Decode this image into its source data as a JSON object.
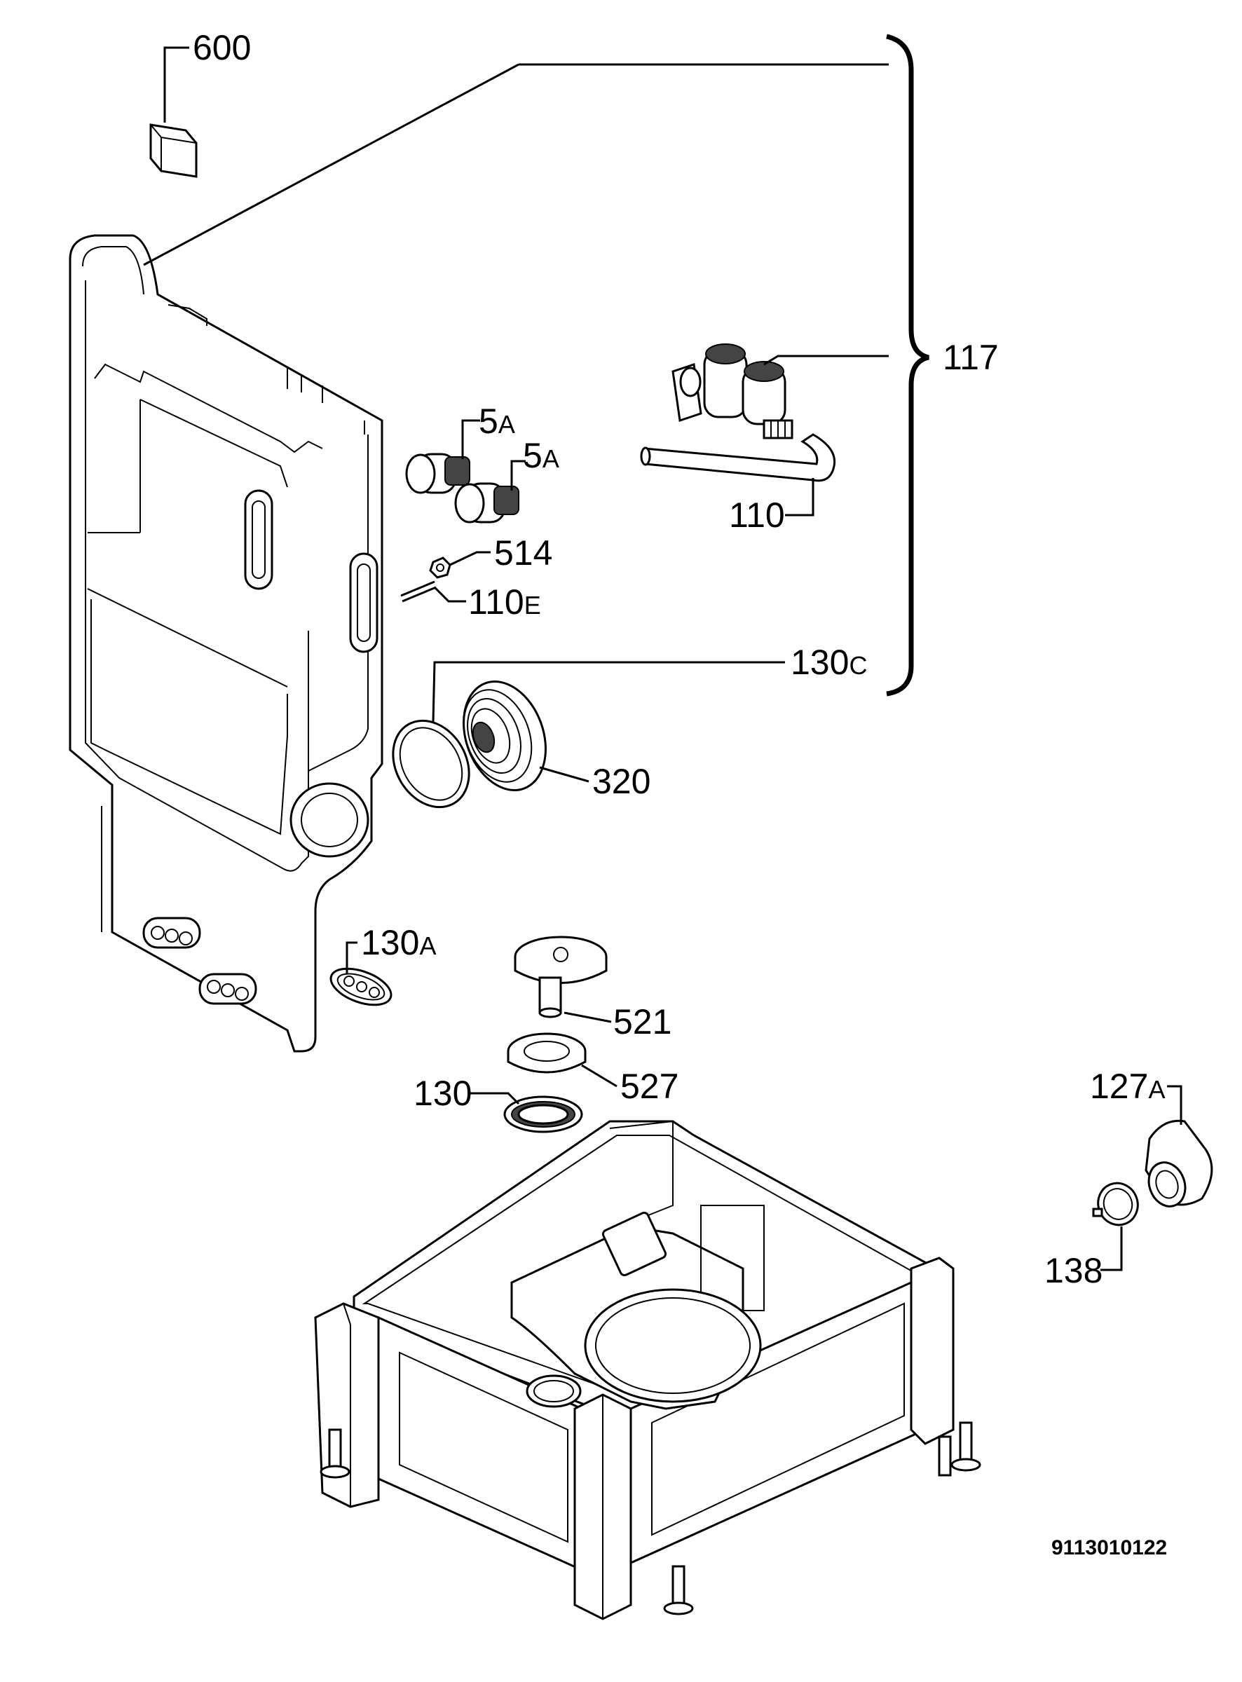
{
  "document_number": "9113010122",
  "callouts": {
    "c600": "600",
    "c117": "117",
    "c5a_1": {
      "num": "5",
      "suffix": "A"
    },
    "c5a_2": {
      "num": "5",
      "suffix": "A"
    },
    "c514": "514",
    "c110e": {
      "num": "110",
      "suffix": "E"
    },
    "c110": "110",
    "c130c": {
      "num": "130",
      "suffix": "C"
    },
    "c320": "320",
    "c130a": {
      "num": "130",
      "suffix": "A"
    },
    "c521": "521",
    "c527": "527",
    "c130": "130",
    "c127a": {
      "num": "127",
      "suffix": "A"
    },
    "c138": "138"
  }
}
